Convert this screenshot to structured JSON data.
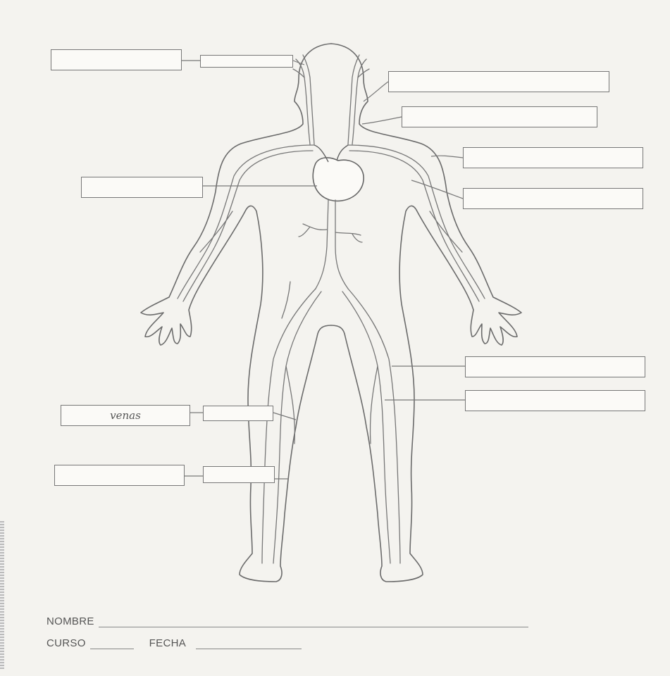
{
  "worksheet": {
    "prefilled_label": "venas",
    "footer": {
      "name_label": "NOMBRE",
      "course_label": "CURSO",
      "date_label": "FECHA"
    }
  }
}
